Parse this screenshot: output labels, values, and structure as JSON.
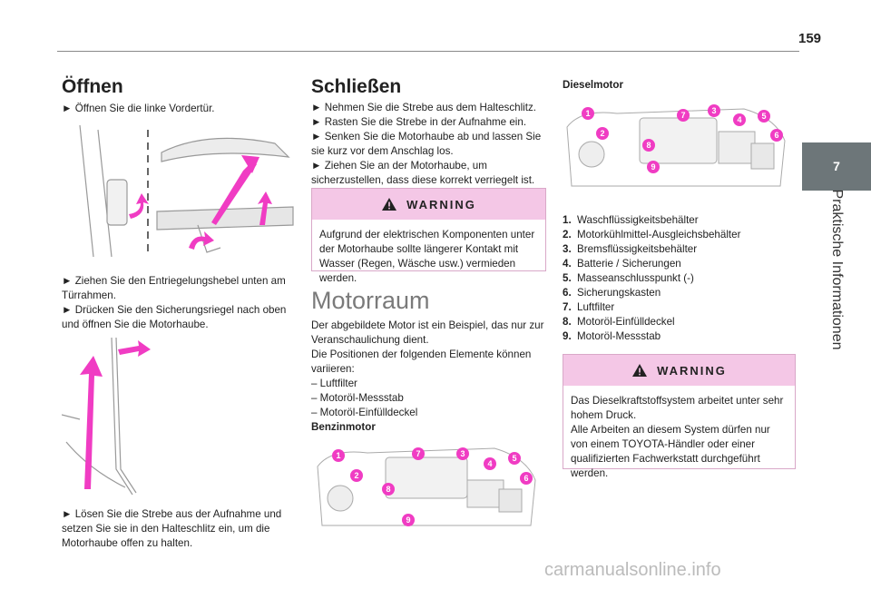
{
  "page": {
    "number": "159",
    "chapter_number": "7",
    "chapter_title": "Praktische Informationen"
  },
  "col1": {
    "title": "Öffnen",
    "step1": "►  Öffnen Sie die linke Vordertür.",
    "step2": "►  Ziehen Sie den Entriegelungshebel unten am Türrahmen.",
    "step3": "►  Drücken Sie den Sicherungsriegel nach oben und öffnen Sie die Motorhaube.",
    "step4": "►  Lösen Sie die Strebe aus der Aufnahme und setzen Sie sie in den Halteschlitz ein, um die Motorhaube offen zu halten."
  },
  "col2": {
    "title": "Schließen",
    "steps": [
      "►  Nehmen Sie die Strebe aus dem Halteschlitz.",
      "►  Rasten Sie die Strebe in der Aufnahme ein.",
      "►  Senken Sie die Motorhaube ab und lassen Sie sie kurz vor dem Anschlag los.",
      "►  Ziehen Sie an der Motorhaube, um sicherzustellen, dass diese korrekt verriegelt ist."
    ],
    "warning_label": "WARNING",
    "warning_text": "Aufgrund der elektrischen Komponenten unter der Motorhaube sollte längerer Kontakt mit Wasser (Regen, Wäsche usw.) vermieden werden.",
    "motor_title": "Motorraum",
    "motor_intro": [
      "Der abgebildete Motor ist ein Beispiel, das nur zur Veranschaulichung dient.",
      "Die Positionen der folgenden Elemente können variieren:",
      "–  Luftfilter",
      "–  Motoröl-Messstab",
      "–  Motoröl-Einfülldeckel"
    ],
    "petrol_title": "Benzinmotor"
  },
  "col3": {
    "diesel_title": "Dieselmotor",
    "legend": [
      {
        "n": "1.",
        "t": "Waschflüssigkeitsbehälter"
      },
      {
        "n": "2.",
        "t": "Motorkühlmittel-Ausgleichsbehälter"
      },
      {
        "n": "3.",
        "t": "Bremsflüssigkeitsbehälter"
      },
      {
        "n": "4.",
        "t": "Batterie / Sicherungen"
      },
      {
        "n": "5.",
        "t": "Masseanschlusspunkt (-)"
      },
      {
        "n": "6.",
        "t": "Sicherungskasten"
      },
      {
        "n": "7.",
        "t": "Luftfilter"
      },
      {
        "n": "8.",
        "t": "Motoröl-Einfülldeckel"
      },
      {
        "n": "9.",
        "t": "Motoröl-Messstab"
      }
    ],
    "warning_label": "WARNING",
    "warning_text": [
      "Das Dieselkraftstoffsystem arbeitet unter sehr hohem Druck.",
      "Alle Arbeiten an diesem System dürfen nur von einem TOYOTA-Händler oder einer qualifizierten Fachwerkstatt durchgeführt werden."
    ]
  },
  "callouts": [
    "1",
    "2",
    "3",
    "4",
    "5",
    "6",
    "7",
    "8",
    "9"
  ],
  "watermark": "carmanualsonline.info",
  "colors": {
    "magenta": "#f03cc3",
    "warning_bg": "#f4c7e6",
    "tab_bg": "#6d7679"
  }
}
